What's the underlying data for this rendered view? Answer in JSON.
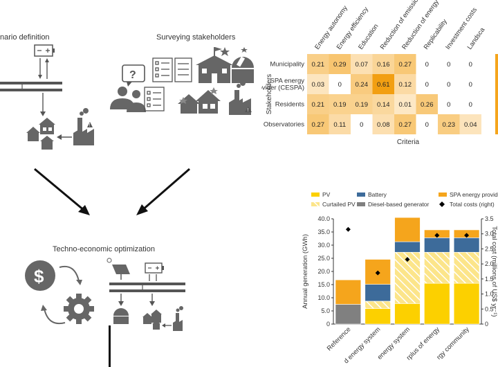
{
  "panels": {
    "scenario": {
      "title": "nario definition"
    },
    "surveying": {
      "title": "Surveying stakeholders"
    },
    "optimization": {
      "title": "Techno-economic optimization"
    }
  },
  "heatmap": {
    "criteria": [
      "Energy autonomy",
      "Energy efficiency",
      "Education",
      "Reduction of emissions",
      "Reduction of energy bill",
      "Replicability",
      "Investment costs",
      "Landsca"
    ],
    "stakeholders": [
      {
        "label_lines": [
          "Municipality"
        ],
        "values": [
          0.21,
          0.29,
          0.07,
          0.16,
          0.27,
          0,
          0,
          0
        ]
      },
      {
        "label_lines": [
          "SPA energy",
          "provider (CESPA)"
        ],
        "values": [
          0.03,
          0,
          0.24,
          0.61,
          0.12,
          0,
          0,
          0
        ]
      },
      {
        "label_lines": [
          "Residents"
        ],
        "values": [
          0.21,
          0.19,
          0.19,
          0.14,
          0.01,
          0.26,
          0,
          0
        ]
      },
      {
        "label_lines": [
          "Observatories"
        ],
        "values": [
          0.27,
          0.11,
          0,
          0.08,
          0.27,
          0,
          0.23,
          0.04
        ]
      }
    ],
    "xlabel": "Criteria",
    "ylabel": "Stakeholders",
    "colors": {
      "low": "#fde9c8",
      "high": "#f29f12"
    }
  },
  "chart_data": {
    "type": "bar",
    "categories": [
      "Reference",
      "d energy system",
      "energy system",
      "rplus of energy",
      "rgy community"
    ],
    "series": [
      {
        "name": "Diesel-based generator",
        "color": "#808080",
        "values": [
          7.5,
          0,
          0,
          0,
          0
        ]
      },
      {
        "name": "PV",
        "color": "#fcd000",
        "values": [
          0,
          5.9,
          7.8,
          15.5,
          15.5
        ]
      },
      {
        "name": "Curtailed PV",
        "color": "#fcd000",
        "hatched": true,
        "values": [
          0,
          2.8,
          19.5,
          11.8,
          11.8
        ]
      },
      {
        "name": "Battery",
        "color": "#3d6b9a",
        "values": [
          0,
          6.4,
          4.0,
          5.5,
          5.5
        ]
      },
      {
        "name": "SPA energy provid",
        "color": "#f5a51c",
        "values": [
          9.3,
          9.5,
          9.2,
          3.0,
          3.0
        ]
      }
    ],
    "total_costs": {
      "name": "Total costs (right)",
      "values": [
        3.15,
        1.7,
        2.15,
        2.95,
        2.95
      ]
    },
    "ylabel": "Annual generation (GWh)",
    "y2label": "Total cost (millions of US$ yr⁻¹)",
    "ylim": [
      0,
      40
    ],
    "y2lim": [
      0,
      3.5
    ],
    "yticks": [
      "0",
      "5.0",
      "10.0",
      "15.0",
      "20.0",
      "25.0",
      "30.0",
      "35.0",
      "40.0"
    ],
    "y2ticks": [
      "0",
      "0.5",
      "1.0",
      "1.5",
      "2.0",
      "2.5",
      "3.0",
      "3.5"
    ],
    "legend_order": [
      "PV",
      "Battery",
      "SPA energy provid",
      "Curtailed PV",
      "Diesel-based generator",
      "Total costs (right)"
    ]
  }
}
